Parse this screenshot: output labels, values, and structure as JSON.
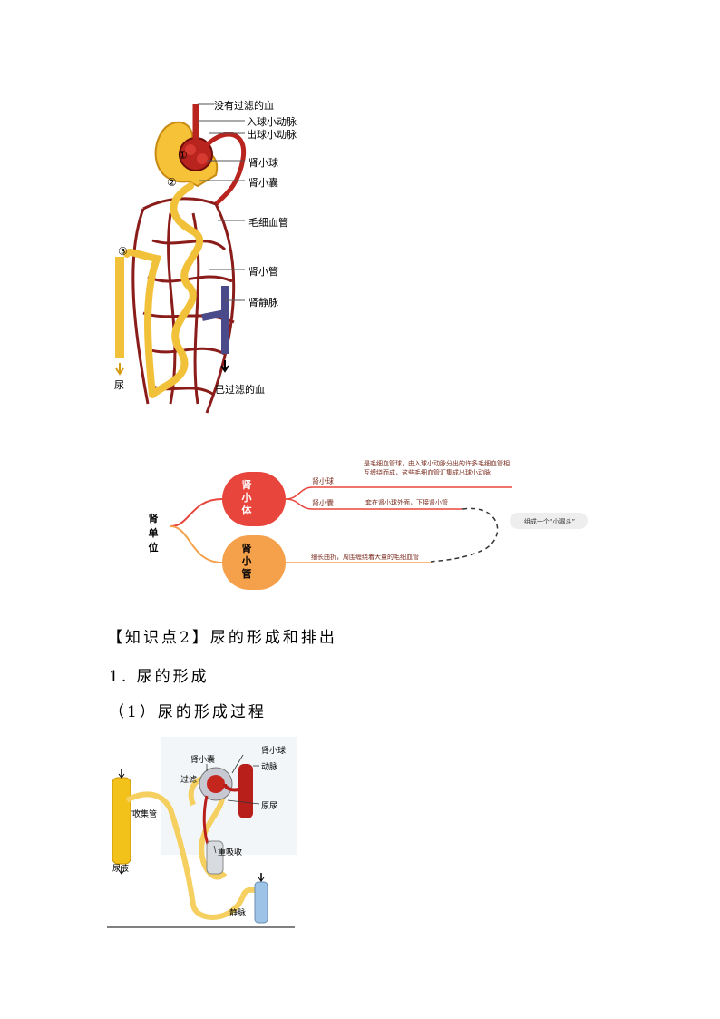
{
  "figure1": {
    "labels": {
      "unfiltered_blood": "没有过滤的血",
      "afferent_arteriole": "入球小动脉",
      "efferent_arteriole": "出球小动脉",
      "glomerulus": "肾小球",
      "bowman_capsule": "肾小囊",
      "capillaries": "毛细血管",
      "renal_tubule": "肾小管",
      "renal_vein": "肾静脉",
      "urine": "尿",
      "filtered_blood": "已过滤的血"
    },
    "markers": [
      "①",
      "②",
      "③"
    ]
  },
  "mindmap": {
    "root": "肾单位",
    "node_corpuscle": "肾小体",
    "node_tubule": "肾小管",
    "branch_glomerulus": "肾小球",
    "branch_capsule": "肾小囊",
    "desc_glomerulus": "是毛细血管球，由入球小动脉分出的许多毛细血管相互缠绕而成，这些毛细血管汇集成出球小动脉",
    "desc_capsule": "套在肾小球外面，下接肾小管",
    "desc_tubule": "细长曲折，周围缠绕着大量的毛细血管",
    "funnel_note": "组成一个“小漏斗”",
    "colors": {
      "corpuscle": "#e8463c",
      "tubule": "#f5a04a",
      "text": "#7a2b1e"
    }
  },
  "headings": {
    "knowledge_point": "【知识点2】尿的形成和排出",
    "section_1": "1. 尿的形成",
    "subsection_1": "（1）尿的形成过程"
  },
  "figure2": {
    "labels": {
      "bowman_capsule": "肾小囊",
      "glomerulus": "肾小球",
      "filtration": "过滤",
      "artery": "动脉",
      "collecting_duct": "收集管",
      "primary_urine": "原尿",
      "reabsorption": "重吸收",
      "urine": "尿液",
      "vein": "静脉"
    }
  }
}
